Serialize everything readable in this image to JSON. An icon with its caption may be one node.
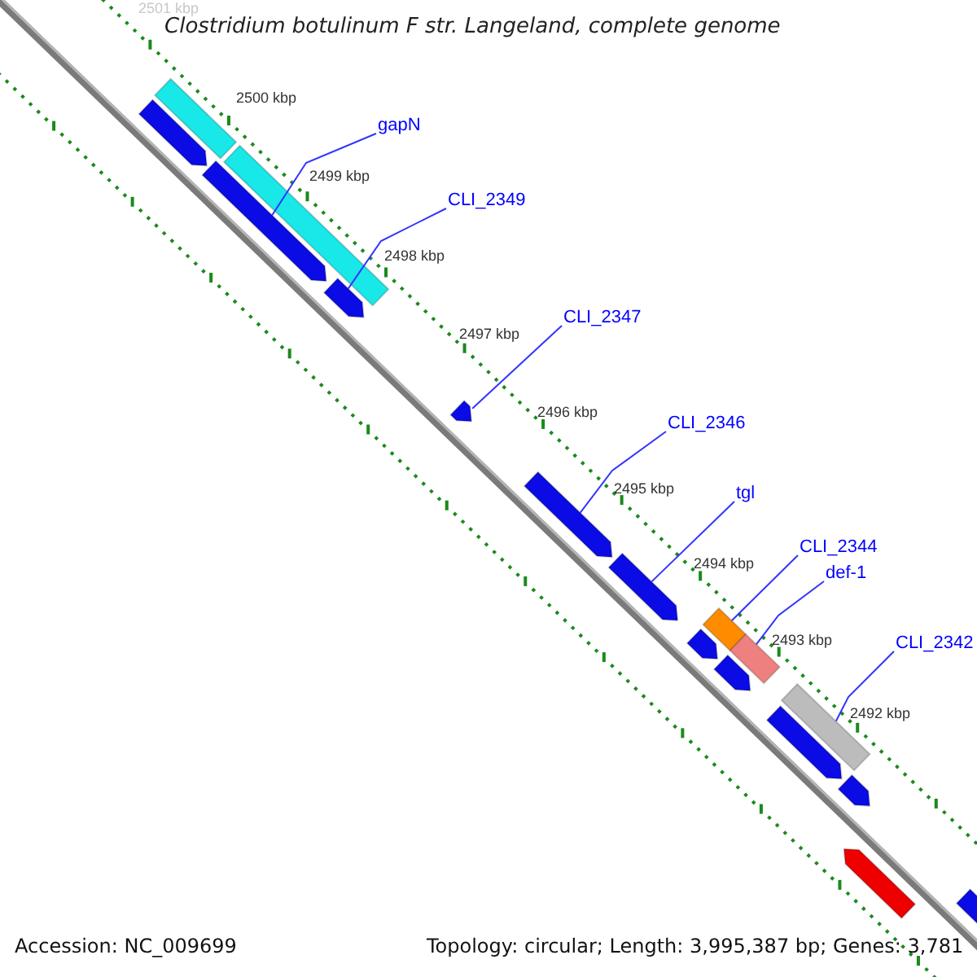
{
  "diagram": {
    "title": "Clostridium botulinum F str. Langeland, complete genome",
    "nodes": [
      {
        "text": [
          "gapN"
        ]
      },
      {
        "text": [
          "CLI_2349"
        ]
      },
      {
        "text": [
          "CLI_2347"
        ]
      },
      {
        "text": [
          "CLI_2346"
        ]
      },
      {
        "text": [
          "tgl"
        ]
      },
      {
        "text": [
          "CLI_2344"
        ]
      },
      {
        "text": [
          "def-1"
        ]
      },
      {
        "text": [
          "CLI_2342"
        ]
      },
      {
        "text": [],
        "shape": "bar"
      },
      {
        "text": [],
        "shape": "pentagon"
      },
      {
        "text": [],
        "shape": "pentagon"
      },
      {
        "text": [],
        "shape": "bar"
      },
      {
        "text": [],
        "shape": "pentagon"
      },
      {
        "text": [],
        "shape": "pentagon"
      },
      {
        "text": [],
        "shape": "pentagon"
      },
      {
        "text": [],
        "shape": "pentagon"
      },
      {
        "text": [],
        "shape": "bar"
      },
      {
        "text": [],
        "shape": "pentagon"
      },
      {
        "text": [],
        "shape": "bar"
      },
      {
        "text": [],
        "shape": "pentagon"
      },
      {
        "text": [],
        "shape": "bar"
      },
      {
        "text": [],
        "shape": "pentagon"
      },
      {
        "text": [],
        "shape": "pentagon"
      },
      {
        "text": [],
        "shape": "pentagon"
      },
      {
        "text": [],
        "shape": "pentagon"
      }
    ],
    "edges": [
      {
        "from": 0,
        "to": 10,
        "arrow": "none"
      },
      {
        "from": 1,
        "to": 12,
        "arrow": "none"
      },
      {
        "from": 2,
        "to": 13,
        "arrow": "none"
      },
      {
        "from": 3,
        "to": 14,
        "arrow": "none"
      },
      {
        "from": 4,
        "to": 15,
        "arrow": "none"
      },
      {
        "from": 5,
        "to": 16,
        "arrow": "none"
      },
      {
        "from": 6,
        "to": 18,
        "arrow": "none"
      },
      {
        "from": 7,
        "to": 20,
        "arrow": "none"
      }
    ],
    "labels": [
      "2501 kbp",
      "2500 kbp",
      "2499 kbp",
      "2498 kbp",
      "2497 kbp",
      "2496 kbp",
      "2495 kbp",
      "2494 kbp",
      "2493 kbp",
      "2492 kbp",
      "Accession: NC_009699",
      "Topology: circular; Length: 3,995,387 bp; Genes: 3,781"
    ]
  }
}
